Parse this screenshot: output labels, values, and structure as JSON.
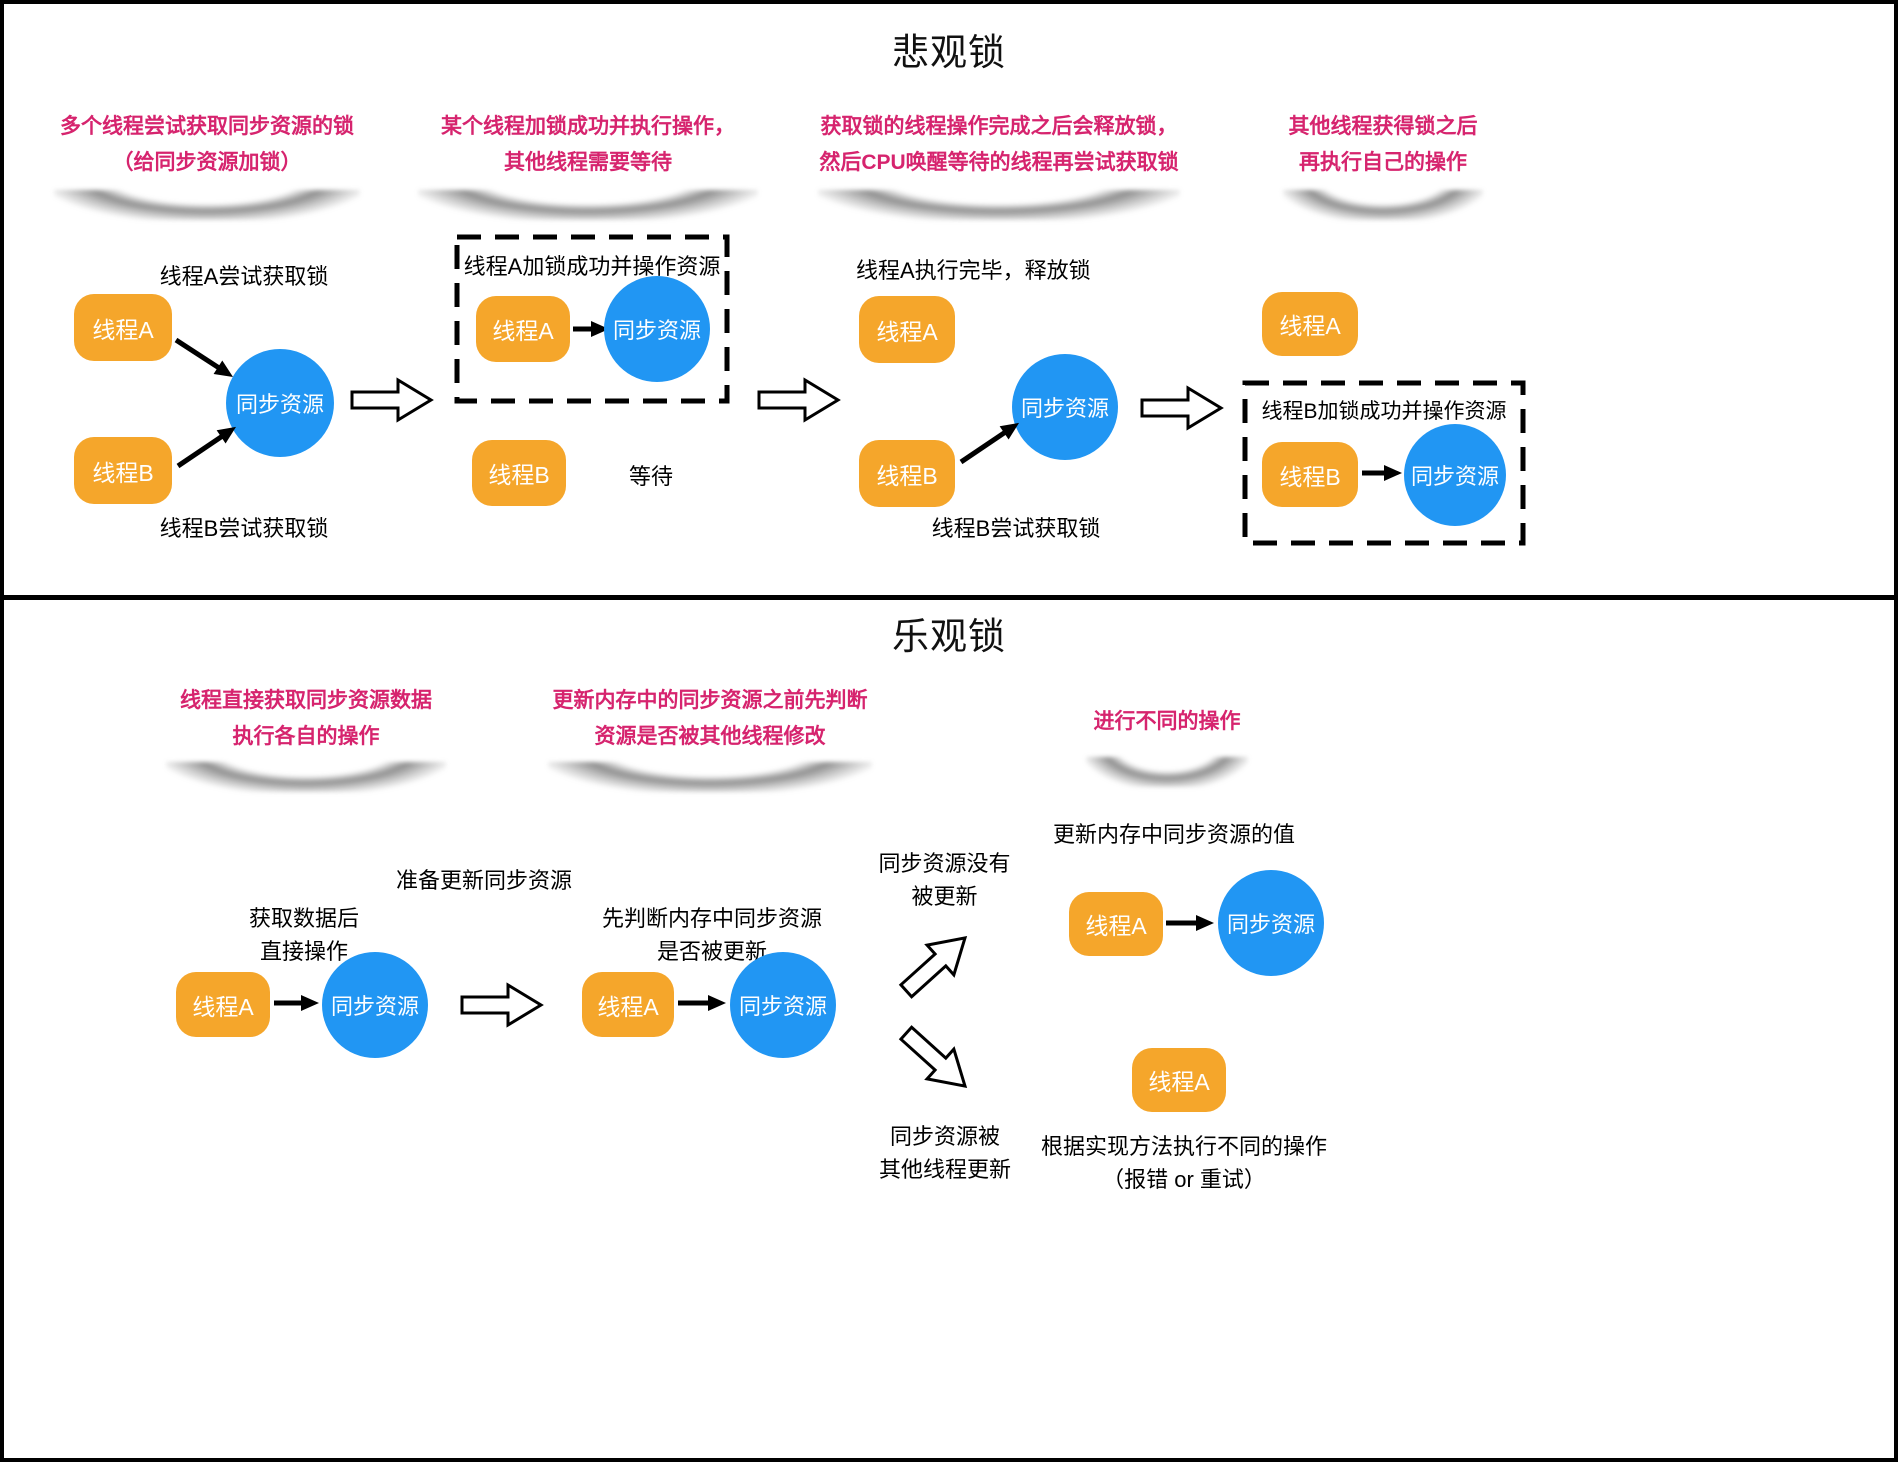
{
  "colors": {
    "thread_fill": "#F5A62B",
    "resource_fill": "#2196F3",
    "card_text": "#D6246E",
    "line": "#000000"
  },
  "pessimistic": {
    "title": "悲观锁",
    "cards": [
      {
        "lines": [
          "多个线程尝试获取同步资源的锁",
          "（给同步资源加锁）"
        ]
      },
      {
        "lines": [
          "某个线程加锁成功并执行操作，",
          "其他线程需要等待"
        ]
      },
      {
        "lines": [
          "获取锁的线程操作完成之后会释放锁，",
          "然后CPU唤醒等待的线程再尝试获取锁"
        ]
      },
      {
        "lines": [
          "其他线程获得锁之后",
          "再执行自己的操作"
        ]
      }
    ],
    "step1": {
      "label_a": "线程A尝试获取锁",
      "label_b": "线程B尝试获取锁",
      "thread_a": "线程A",
      "thread_b": "线程B",
      "resource": "同步资源"
    },
    "step2": {
      "box_label": "线程A加锁成功并操作资源",
      "thread_a": "线程A",
      "thread_b": "线程B",
      "resource": "同步资源",
      "wait": "等待"
    },
    "step3": {
      "label_a": "线程A执行完毕，释放锁",
      "label_b": "线程B尝试获取锁",
      "thread_a": "线程A",
      "thread_b": "线程B",
      "resource": "同步资源"
    },
    "step4": {
      "box_label": "线程B加锁成功并操作资源",
      "thread_a": "线程A",
      "thread_b": "线程B",
      "resource": "同步资源"
    }
  },
  "optimistic": {
    "title": "乐观锁",
    "cards": [
      {
        "lines": [
          "线程直接获取同步资源数据",
          "执行各自的操作"
        ]
      },
      {
        "lines": [
          "更新内存中的同步资源之前先判断",
          "资源是否被其他线程修改"
        ]
      },
      {
        "lines": [
          "进行不同的操作"
        ]
      }
    ],
    "transition_label": "准备更新同步资源",
    "step1": {
      "label": [
        "获取数据后",
        "直接操作"
      ],
      "thread_a": "线程A",
      "resource": "同步资源"
    },
    "step2": {
      "label": [
        "先判断内存中同步资源",
        "是否被更新"
      ],
      "thread_a": "线程A",
      "resource": "同步资源"
    },
    "branch_up": {
      "label": [
        "同步资源没有",
        "被更新"
      ]
    },
    "branch_down": {
      "label": [
        "同步资源被",
        "其他线程更新"
      ]
    },
    "step3": {
      "label": "更新内存中同步资源的值",
      "thread_a": "线程A",
      "resource": "同步资源"
    },
    "step4": {
      "thread_a": "线程A",
      "label": [
        "根据实现方法执行不同的操作",
        "（报错 or 重试）"
      ]
    }
  }
}
